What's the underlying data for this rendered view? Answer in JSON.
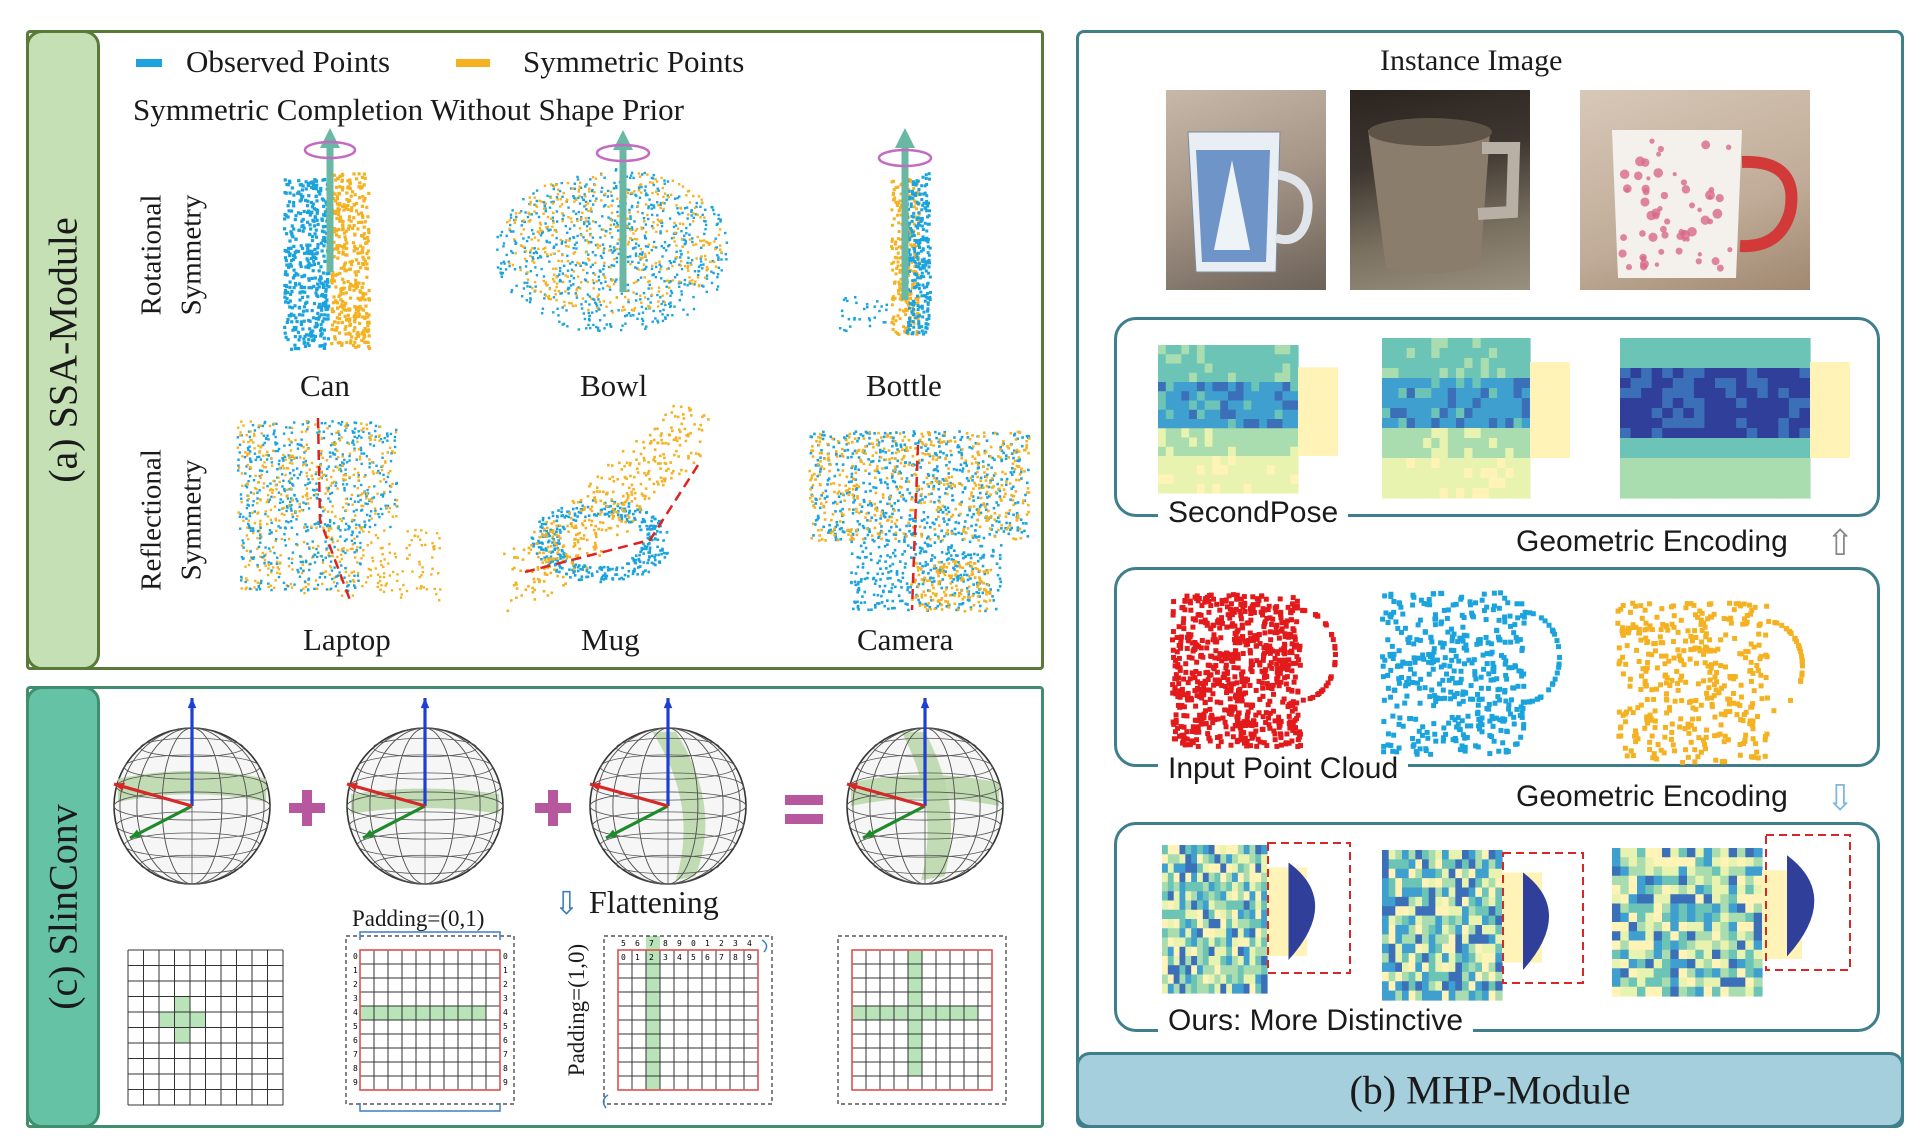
{
  "panels": {
    "ssa": {
      "title": "(a) SSA-Module",
      "legend": {
        "observed": "Observed Points",
        "symmetric": "Symmetric Points"
      },
      "subtitle": "Symmetric Completion Without Shape Prior",
      "rotational_label": [
        "Rotational",
        "Symmetry"
      ],
      "reflectional_label": [
        "Reflectional",
        "Symmetry"
      ],
      "rotational_objects": [
        "Can",
        "Bowl",
        "Bottle"
      ],
      "reflectional_objects": [
        "Laptop",
        "Mug",
        "Camera"
      ]
    },
    "mhp": {
      "title": "(b) MHP-Module",
      "instance_title": "Instance Image",
      "secondpose_label": "SecondPose",
      "geo_up": "Geometric Encoding",
      "input_label": "Input Point Cloud",
      "geo_down": "Geometric Encoding",
      "ours_label": "Ours: More Distinctive"
    },
    "slinconv": {
      "title": "(c) SlinConv",
      "padding_01": "Padding=(0,1)",
      "padding_10": "Padding=(1,0)",
      "flattening": "Flattening",
      "grid_digits": [
        "0",
        "1",
        "2",
        "3",
        "4",
        "5",
        "6",
        "7",
        "8",
        "9"
      ],
      "top_digits": [
        "5",
        "6",
        "7",
        "8",
        "9",
        "0",
        "1",
        "2",
        "3",
        "4"
      ]
    }
  },
  "colors": {
    "observed": "#1aa3dc",
    "symmetric": "#f4b223",
    "ssa_tab": "#c5e0b4",
    "ssa_border": "#5a7a3a",
    "slin_tab": "#66c2a5",
    "mhp_tab": "#a6cfdd",
    "mhp_border": "#3f7f8c",
    "plus_sign": "#b7589f",
    "highlight": "#b9e3b9"
  }
}
